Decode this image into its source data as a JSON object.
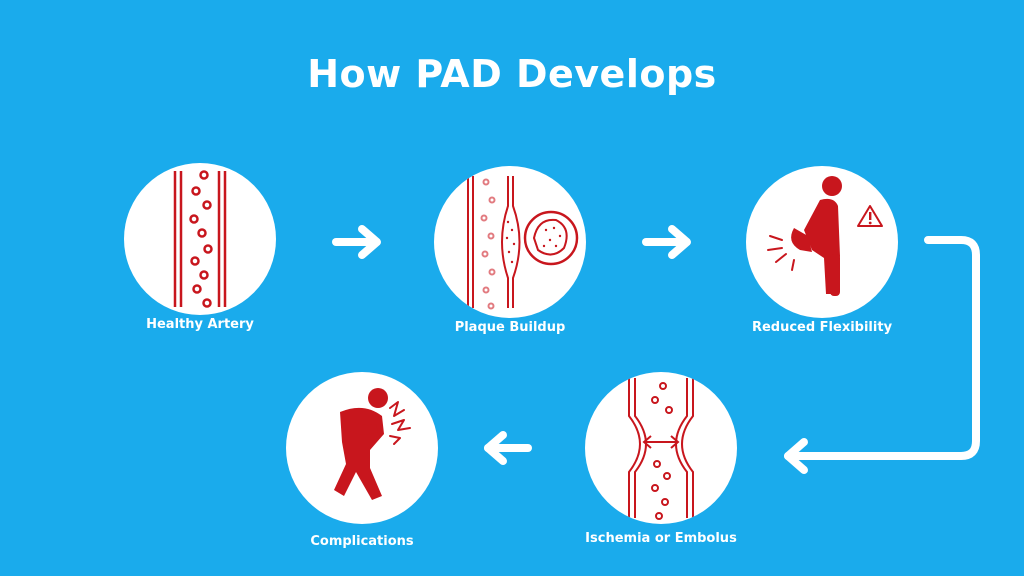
{
  "title": "How PAD Develops",
  "steps": [
    {
      "label": "Healthy Artery",
      "icon": "healthy-artery-icon"
    },
    {
      "label": "Plaque Buildup",
      "icon": "plaque-buildup-icon"
    },
    {
      "label": "Reduced Flexibility",
      "icon": "reduced-flexibility-icon"
    },
    {
      "label": "Ischemia or Embolus",
      "icon": "ischemia-embolus-icon"
    },
    {
      "label": "Complications",
      "icon": "complications-icon"
    }
  ],
  "colors": {
    "background": "#1aabec",
    "accent": "#c8161d",
    "circle": "#ffffff",
    "text": "#ffffff"
  }
}
